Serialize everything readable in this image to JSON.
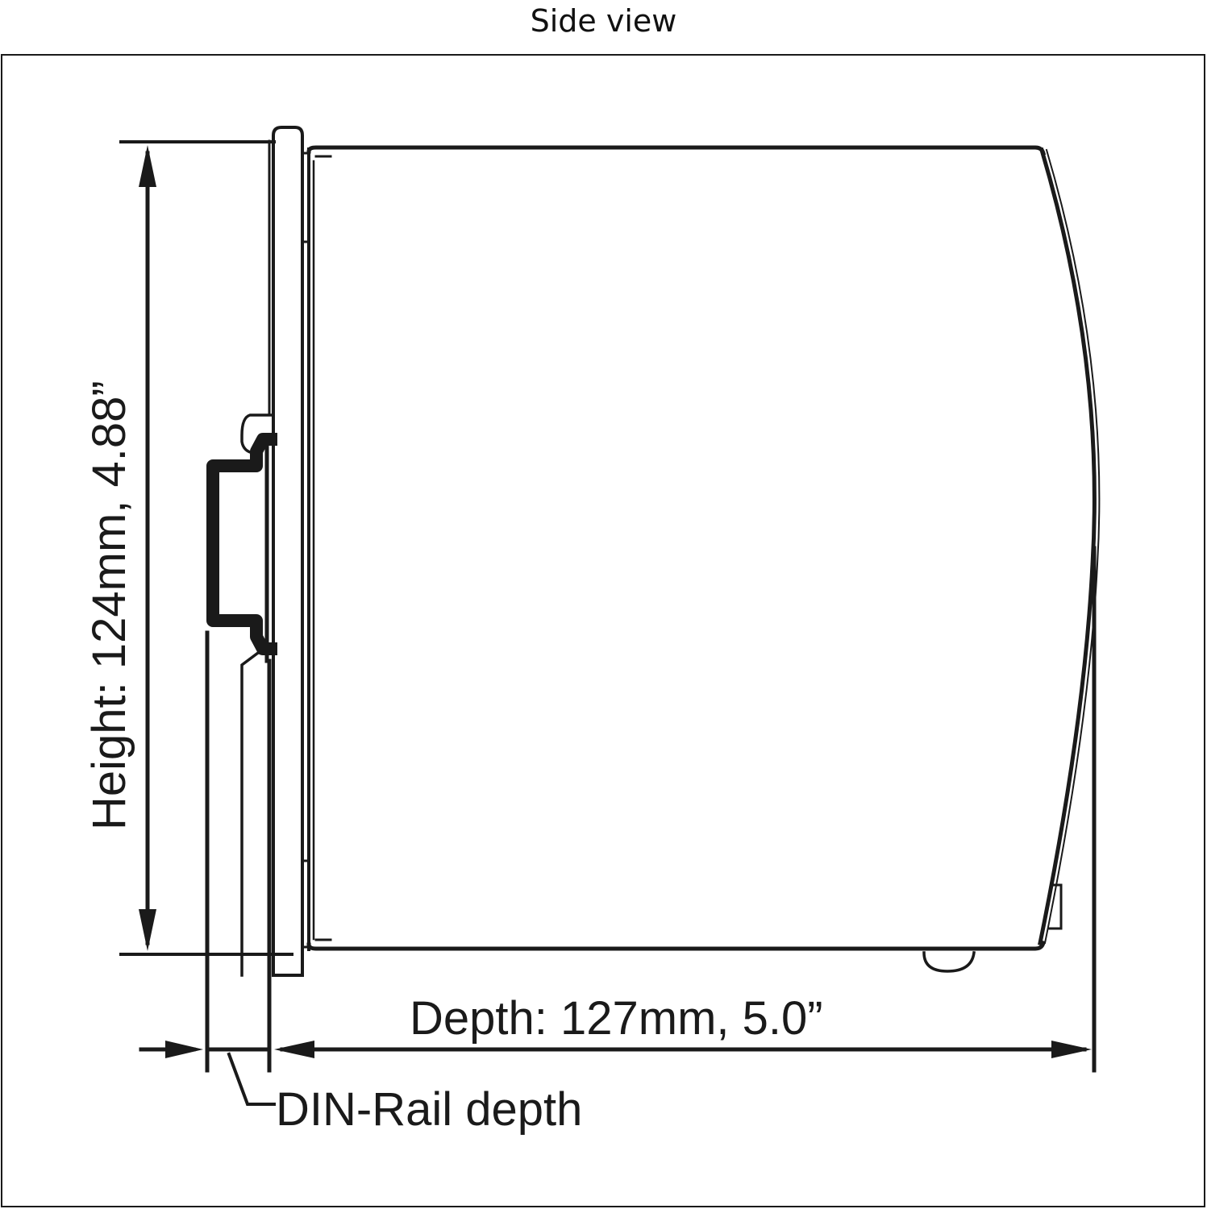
{
  "title": "Side view",
  "dimensions": {
    "height": {
      "label": "Height:  124mm,   4.88”",
      "mm": 124,
      "in": 4.88
    },
    "depth": {
      "label": "Depth: 127mm,  5.0”",
      "mm": 127,
      "in": 5.0
    },
    "din_rail": {
      "label": "DIN-Rail depth"
    }
  },
  "colors": {
    "line": "#1a1a1a",
    "background": "#ffffff"
  }
}
